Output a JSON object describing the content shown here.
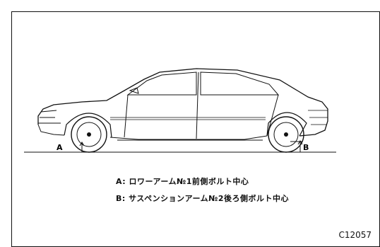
{
  "diagram": {
    "point_a_label": "A",
    "point_b_label": "B",
    "legend": [
      {
        "text": "A: ロワーアーム№1前側ボルト中心"
      },
      {
        "text": "B: サスペンションアーム№2後ろ側ボルト中心"
      }
    ],
    "figure_code": "C12057",
    "line_color": "#111111"
  }
}
